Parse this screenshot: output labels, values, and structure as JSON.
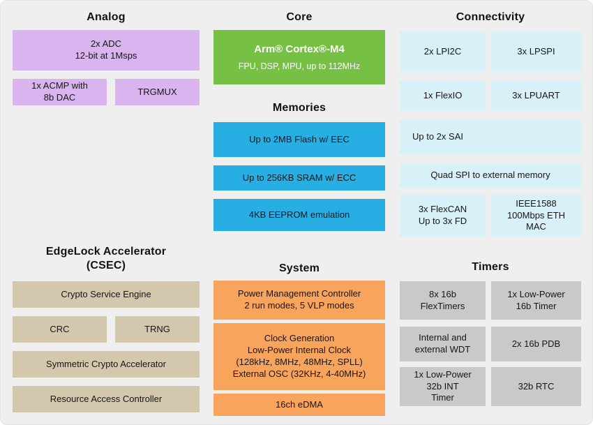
{
  "diagram": {
    "colors": {
      "background": "#efeff0",
      "analog": "#d9b4ee",
      "core": "#76c043",
      "memories": "#27aee3",
      "connectivity": "#d8f1f9",
      "edgelock": "#d3c7ae",
      "system": "#f9a45c",
      "timers": "#c9c9c9"
    },
    "analog": {
      "title": "Analog",
      "adc": "2x ADC\n12-bit at 1Msps",
      "acmp": "1x ACMP with\n8b DAC",
      "trgmux": "TRGMUX"
    },
    "core": {
      "title": "Core",
      "cpu_line1": "Arm® Cortex®-M4",
      "cpu_line2": "FPU, DSP, MPU, up to 112MHz"
    },
    "memories": {
      "title": "Memories",
      "flash": "Up to 2MB Flash w/ EEC",
      "sram": "Up to 256KB SRAM w/ ECC",
      "eeprom": "4KB EEPROM emulation"
    },
    "connectivity": {
      "title": "Connectivity",
      "lpi2c": "2x LPI2C",
      "lpspi": "3x LPSPI",
      "flexio": "1x FlexIO",
      "lpuart": "3x LPUART",
      "sai": "Up to 2x SAI",
      "quadspi": "Quad SPI to external memory",
      "flexcan": "3x FlexCAN\nUp to 3x FD",
      "ethernet": "IEEE1588\n100Mbps ETH\nMAC"
    },
    "edgelock": {
      "title": "EdgeLock Accelerator\n(CSEC)",
      "cse": "Crypto Service Engine",
      "crc": "CRC",
      "trng": "TRNG",
      "symmetric": "Symmetric Crypto Accelerator",
      "rac": "Resource Access Controller"
    },
    "system": {
      "title": "System",
      "pmc": "Power Management Controller\n2 run modes, 5 VLP modes",
      "clock": "Clock Generation\nLow-Power Internal Clock\n(128kHz, 8MHz, 48MHz, SPLL)\nExternal OSC (32KHz, 4-40MHz)",
      "edma": "16ch eDMA"
    },
    "timers": {
      "title": "Timers",
      "flextimers": "8x 16b\nFlexTimers",
      "lp16_timer": "1x Low-Power\n16b Timer",
      "wdt": "Internal and\nexternal WDT",
      "pdb": "2x 16b PDB",
      "lp32_timer": "1x Low-Power\n32b INT\nTimer",
      "rtc": "32b RTC"
    }
  }
}
